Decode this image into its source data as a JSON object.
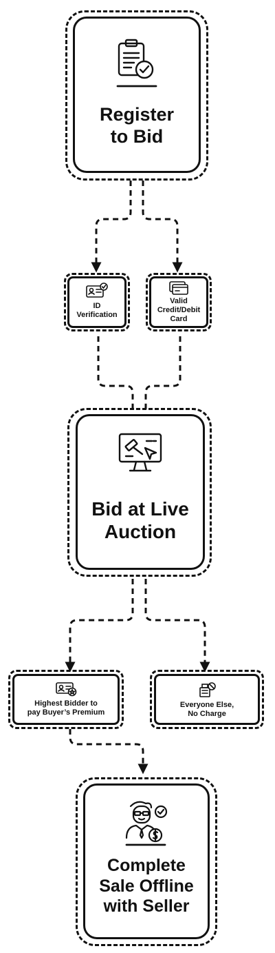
{
  "steps": {
    "register": "Register\nto Bid",
    "id_verification": "ID\nVerification",
    "credit_card": "Valid\nCredit/Debit\nCard",
    "bid_live": "Bid at Live\nAuction",
    "highest_bidder": "Highest Bidder to\npay Buyer’s Premium",
    "everyone_else": "Everyone Else,\nNo Charge",
    "complete_sale": "Complete\nSale Offline\nwith Seller"
  },
  "icons": {
    "register": "clipboard-check-icon",
    "id_verification": "id-card-check-icon",
    "credit_card": "credit-card-icon",
    "bid_live": "gavel-monitor-icon",
    "highest_bidder": "id-card-star-icon",
    "everyone_else": "no-charge-icon",
    "complete_sale": "businessman-dollar-icon"
  }
}
